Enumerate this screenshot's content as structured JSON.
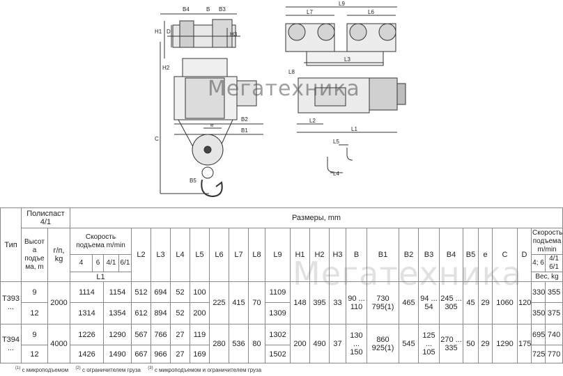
{
  "drawing": {
    "left_labels": {
      "B4": "B4",
      "B": "B",
      "B3": "B3",
      "H1": "H1",
      "D": "D",
      "H3": "H3",
      "H2": "H2",
      "B2": "B2",
      "e": "e",
      "B1": "B1",
      "C": "C",
      "B5": "B5"
    },
    "right_labels": {
      "L9": "L9",
      "L7": "L7",
      "L6": "L6",
      "L3": "L3",
      "L8": "L8",
      "L2": "L2",
      "L1": "L1",
      "L5": "L5",
      "L4": "L4"
    }
  },
  "watermark_text": "Мегатехника",
  "table": {
    "h_type": "Тип",
    "h_polispast": "Полиспаст 4/1",
    "h_razmery": "Размеры, mm",
    "h_height": "Высот а подъе ма, m",
    "h_gp": "г/п, kg",
    "h_speed": "Скорость подъема m/min",
    "speeds": [
      "4",
      "6",
      "4/1",
      "6/1"
    ],
    "h_L1": "L1",
    "dims": [
      "L2",
      "L3",
      "L4",
      "L5",
      "L6",
      "L7",
      "L8",
      "L9",
      "H1",
      "H2",
      "H3",
      "B",
      "B1",
      "B2",
      "B3",
      "B4",
      "B5",
      "e",
      "C",
      "D"
    ],
    "h_speed_right": "Скорость подъема m/min",
    "h_46": "4; 6",
    "h_4161": "4/1 6/1",
    "h_weight": "Вес, kg",
    "rows": {
      "t393_type": "Т393 ...",
      "t393_h9": "9",
      "t393_h12": "12",
      "t393_gp": "2000",
      "t393_L1a_46": "1114",
      "t393_L1a_41": "1154",
      "t393_L1b_46": "1314",
      "t393_L1b_41": "1354",
      "t393_L2a": "512",
      "t393_L2b": "612",
      "t393_L3a": "694",
      "t393_L3b": "894",
      "t393_L4a": "52",
      "t393_L4b": "52",
      "t393_L5a": "100",
      "t393_L5b": "200",
      "t393_L6": "225",
      "t393_L7": "415",
      "t393_L8": "70",
      "t393_L9a": "1109",
      "t393_L9b": "1309",
      "t393_H1": "148",
      "t393_H2": "395",
      "t393_H3": "33",
      "t393_B": "90 ... 110",
      "t393_B1": "730 795(1)",
      "t393_B2": "465",
      "t393_B3": "94 ... 54",
      "t393_B4": "245 ... 305",
      "t393_B5": "45",
      "t393_e": "29",
      "t393_C": "1060",
      "t393_D": "120",
      "t393_wa1": "330",
      "t393_wa2": "355",
      "t393_wb1": "350",
      "t393_wb2": "375",
      "t394_type": "Т394 ...",
      "t394_h9": "9",
      "t394_h12": "12",
      "t394_gp": "4000",
      "t394_L1a_46": "1226",
      "t394_L1a_41": "1290",
      "t394_L1b_46": "1426",
      "t394_L1b_41": "1490",
      "t394_L2a": "567",
      "t394_L2b": "667",
      "t394_L3a": "766",
      "t394_L3b": "966",
      "t394_L4a": "27",
      "t394_L4b": "27",
      "t394_L5a": "119",
      "t394_L5b": "169",
      "t394_L6": "280",
      "t394_L7": "536",
      "t394_L8": "80",
      "t394_L9a": "1302",
      "t394_L9b": "1502",
      "t394_H1": "200",
      "t394_H2": "490",
      "t394_H3": "37",
      "t394_B": "130 ... 150",
      "t394_B1": "860 925(1)",
      "t394_B2": "545",
      "t394_B3": "125 ... 105",
      "t394_B4": "270 ... 335",
      "t394_B5": "50",
      "t394_e": "29",
      "t394_C": "1290",
      "t394_D": "175",
      "t394_wa1": "695",
      "t394_wa2": "740",
      "t394_wb1": "725",
      "t394_wb2": "770"
    }
  },
  "notes": {
    "n1_mark": "(1)",
    "n1": "с микроподъемом",
    "n2_mark": "(2)",
    "n2": "с ограничителем груза",
    "n3_mark": "(3)",
    "n3": "с микроподъемом и ограничителем груза"
  }
}
